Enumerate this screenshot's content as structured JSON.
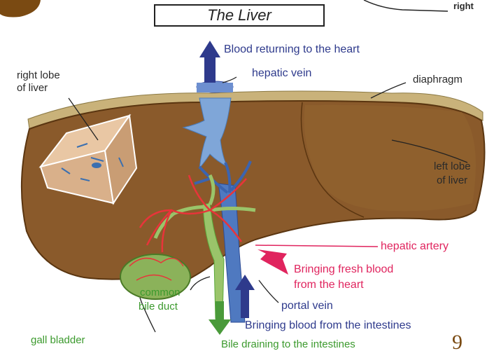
{
  "title": "The Liver",
  "corner_text": "right",
  "page_number": "9",
  "labels": {
    "blood_returning": "Blood returning to the heart",
    "hepatic_vein": "hepatic vein",
    "right_lobe_1": "right lobe",
    "right_lobe_2": "of liver",
    "diaphragm": "diaphragm",
    "left_lobe_1": "left lobe",
    "left_lobe_2": "of liver",
    "hepatic_artery": "hepatic artery",
    "fresh_blood_1": "Bringing fresh blood",
    "fresh_blood_2": "from the heart",
    "common_bile_1": "common",
    "common_bile_2": "bile duct",
    "portal_vein": "portal vein",
    "intestines_blood": "Bringing blood from the intestines",
    "gall_bladder": "gall bladder",
    "bile_draining": "Bile draining to the intestines"
  },
  "colors": {
    "liver": "#8a5a2b",
    "liver_edge": "#5a3510",
    "diaphragm": "#c9b27a",
    "vein_blue": "#7fa6d8",
    "label_blue": "#2e3a8c",
    "label_red": "#e0245e",
    "bile_green": "#5aa83a",
    "artery_red": "#e8343a"
  }
}
